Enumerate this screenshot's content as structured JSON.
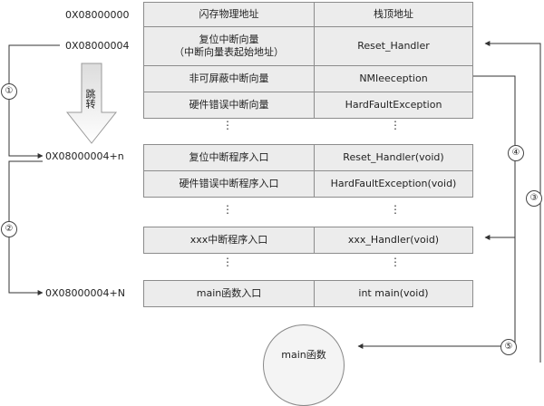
{
  "addresses": {
    "a0": "0X08000000",
    "a4": "0X08000004",
    "an": "0X08000004+n",
    "aN": "0X08000004+N"
  },
  "vector_table": {
    "rows": [
      {
        "left": "闪存物理地址",
        "right": "栈顶地址"
      },
      {
        "left": "复位中断向量\n（中断向量表起始地址）",
        "right": "Reset_Handler"
      },
      {
        "left": "非可屏蔽中断向量",
        "right": "NMIeeception"
      },
      {
        "left": "硬件错误中断向量",
        "right": "HardFaultException"
      }
    ]
  },
  "entry_table": {
    "rows": [
      {
        "left": "复位中断程序入口",
        "right": "Reset_Handler(void)"
      },
      {
        "left": "硬件错误中断程序入口",
        "right": "HardFaultException(void)"
      }
    ]
  },
  "xxx_row": {
    "left": "xxx中断程序入口",
    "right": "xxx_Handler(void)"
  },
  "main_row": {
    "left": "main函数入口",
    "right": "int main(void)"
  },
  "main_bubble": "main函数",
  "jump_label": "跳转",
  "dots": "⋮",
  "markers": [
    "①",
    "②",
    "③",
    "④",
    "⑤"
  ]
}
